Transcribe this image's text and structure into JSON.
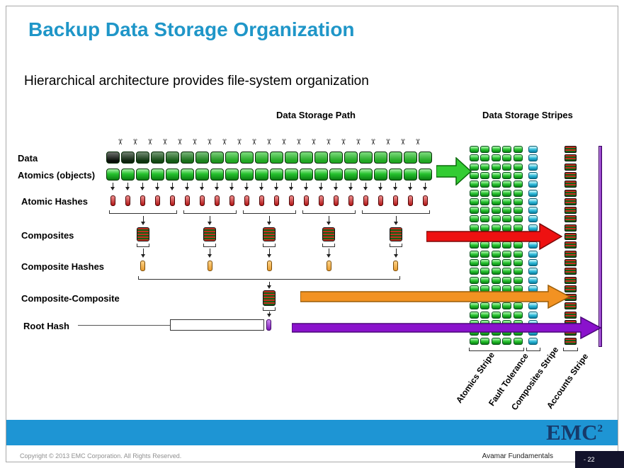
{
  "slide": {
    "title": "Backup Data Storage Organization",
    "subtitle": "Hierarchical architecture provides file-system organization"
  },
  "headers": {
    "path": "Data Storage Path",
    "stripes": "Data Storage Stripes"
  },
  "row_labels": [
    "Data",
    "Atomics (objects)",
    "Atomic Hashes",
    "Composites",
    "Composite Hashes",
    "Composite-Composite",
    "Root Hash"
  ],
  "stripe_labels": [
    "Atomics Stripe",
    "Fault Tolerance",
    "Composites Stripe",
    "Accounts Stripe"
  ],
  "diagram": {
    "atomic_count": 22,
    "hash_group_sizes": [
      5,
      4,
      4,
      4,
      5
    ],
    "composite_count": 5,
    "composite_hash_count": 5,
    "composite_composite_count": 1,
    "root_hash_count": 1,
    "stripe_green_cols": 5,
    "stripe_cyan_cols": 1,
    "stripe_rows": 23,
    "scissors_glyph": "✂"
  },
  "colors": {
    "title_blue": "#1f96c8",
    "band_blue": "#1e95d4",
    "atomic_green": "#25c12d",
    "stripe_cyan": "#2cb9d8",
    "hash_red": "#b01515",
    "hash_orange": "#e69a2e",
    "hash_purple": "#7d18b8",
    "arrow_green": "#33cc33",
    "arrow_red": "#ee1111",
    "arrow_orange": "#f29222",
    "arrow_purple": "#8a12cc",
    "logo_navy": "#173a6a"
  },
  "footer": {
    "copyright": "Copyright © 2013 EMC Corporation. All Rights Reserved.",
    "course": "Avamar Fundamentals",
    "page": "- 22",
    "logo_text": "EMC",
    "logo_sup": "2"
  }
}
